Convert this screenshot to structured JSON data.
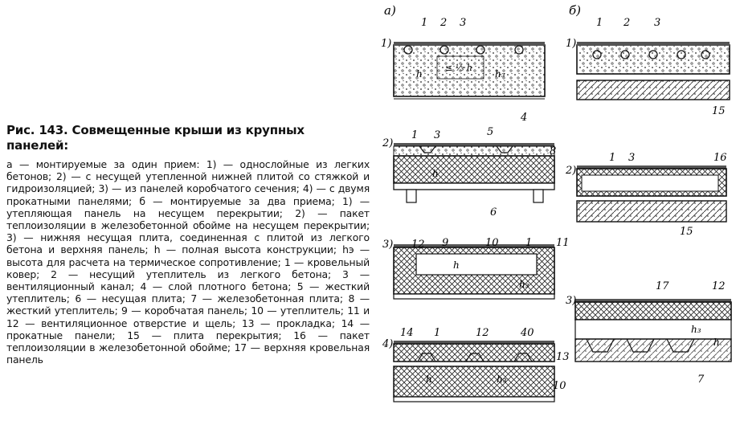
{
  "caption": {
    "title": "Рис. 143. Совмещенные  крыши из крупных панелей:",
    "body": "а — монтируемые за один прием: 1) — однослойные из легких бетонов; 2) — с несущей утепленной нижней плитой со стяжкой и гидроизоляцией; 3) — из панелей коробчатого сечения; 4) — с двумя прокатными панелями; б — монтируемые за два приема; 1) — утепляющая панель на несущем перекрытии; 2) — пакет теплоизоляции в железобетонной обойме на несущем перекрытии; 3) — нижняя несущая плита, соединенная с плитой из легкого бетона и верхняя панель; h — полная высота конструкции; hэ — высота для расчета на термическое сопротивление; 1 — кровельный ковер; 2 — несущий утеплитель из легкого бетона; 3 — вентиляционный канал; 4 — слой плотного бетона; 5 — жесткий утеплитель; 6 — несущая плита; 7 — железобетонная плита; 8 — жесткий утеплитель; 9 — коробчатая панель; 10 — утеплитель; 11 и 12 — вентиляционное отверстие и щель; 13 — прокладка; 14 — прокатные панели; 15 — плита перекрытия; 16 — пакет теплоизоляции в железобетонной обойме; 17 — верхняя кровельная панель"
  },
  "figure": {
    "labels": {
      "a": "а)",
      "b": "б)",
      "r1": "1)",
      "r2": "2)",
      "r3": "3)",
      "r4": "4)",
      "n1": "1",
      "n2": "2",
      "n3": "3",
      "n4": "4",
      "n5": "5",
      "n6": "6",
      "n7": "7",
      "n8": "8",
      "n9": "9",
      "n10": "10",
      "n11": "11",
      "n12": "12",
      "n13": "13",
      "n14": "14",
      "n15": "15",
      "n16": "16",
      "n17": "17",
      "n40": "40",
      "h": "h",
      "h3": "h₃",
      "hfrac": "≤ ⅓ h"
    }
  }
}
